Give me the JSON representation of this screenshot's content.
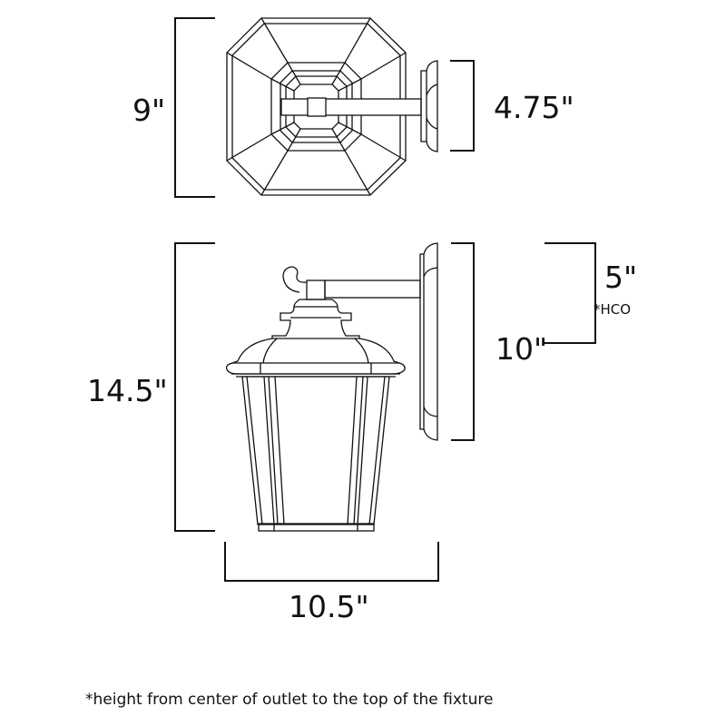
{
  "top_view": {
    "height": "9\"",
    "backplate_width": "4.75\""
  },
  "side_view": {
    "height": "14.5\"",
    "backplate_height": "10\"",
    "hco": "5\"",
    "hco_label": "*HCO",
    "width": "10.5\""
  },
  "footnote": "*height from center of outlet to the top of the fixture"
}
